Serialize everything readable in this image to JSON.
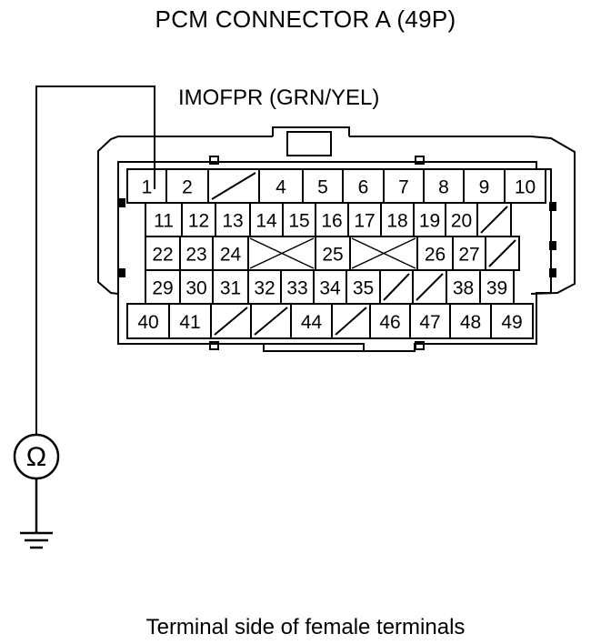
{
  "title": "PCM CONNECTOR A (49P)",
  "wire_label": "IMOFPR (GRN/YEL)",
  "caption": "Terminal side of female terminals",
  "meter_symbol": "Ω",
  "meter_icon": "ohmmeter-icon",
  "ground_icon": "ground-icon",
  "probed_terminal": "1",
  "connector_rows": [
    [
      "1",
      "2",
      "/",
      "4",
      "5",
      "6",
      "7",
      "8",
      "9",
      "10"
    ],
    [
      "11",
      "12",
      "13",
      "14",
      "15",
      "16",
      "17",
      "18",
      "19",
      "20",
      "/"
    ],
    [
      "22",
      "23",
      "24",
      "X",
      "25",
      "X",
      "26",
      "27",
      "/"
    ],
    [
      "29",
      "30",
      "31",
      "32",
      "33",
      "34",
      "35",
      "/",
      "/",
      "38",
      "39"
    ],
    [
      "40",
      "41",
      "/",
      "/",
      "44",
      "/",
      "46",
      "47",
      "48",
      "49"
    ]
  ]
}
